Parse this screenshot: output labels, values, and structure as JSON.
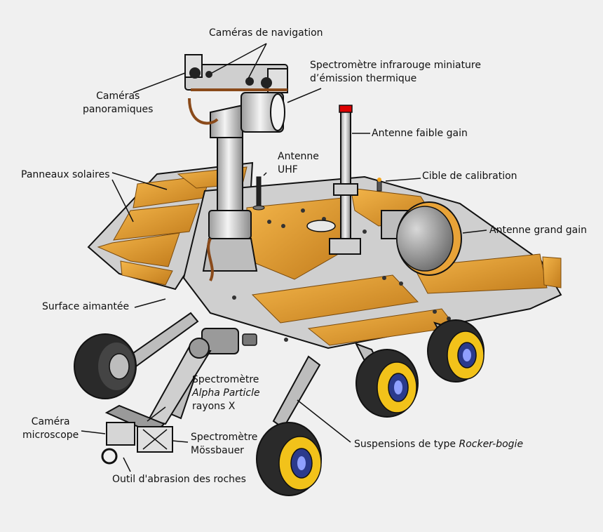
{
  "labels": {
    "nav_cameras": "Caméras de navigation",
    "mini_tes_line1": "Spectromètre infrarouge miniature",
    "mini_tes_line2": "d’émission thermique",
    "pan_cameras_line1": "Caméras",
    "pan_cameras_line2": "panoramiques",
    "low_gain_antenna": "Antenne faible gain",
    "uhf_antenna_line1": "Antenne",
    "uhf_antenna_line2": "UHF",
    "calibration_target": "Cible de calibration",
    "solar_panels": "Panneaux solaires",
    "high_gain_antenna": "Antenne grand gain",
    "magnet_surface": "Surface aimantée",
    "apxs_line1": "Spectromètre",
    "apxs_line2": "Alpha Particle",
    "apxs_line3": "rayons X",
    "microscope_line1": "Caméra",
    "microscope_line2": "microscope",
    "mossbauer_line1": "Spectromètre",
    "mossbauer_line2": "Mössbauer",
    "rock_abrasion_tool": "Outil d'abrasion des roches",
    "rocker_bogie_prefix": "Suspensions de type ",
    "rocker_bogie_term": "Rocker-bogie"
  },
  "colors": {
    "background": "#f0f0f0",
    "solar_panel": "#e8a338",
    "solar_panel_dark": "#c07a1a",
    "deck_gray": "#cfcfcf",
    "wheel_dark": "#2a2a2a",
    "wheel_hub": "#f2c21a",
    "wheel_center": "#2b3a8c",
    "outline": "#111111",
    "antenna_dish": "#9a9a9a"
  }
}
